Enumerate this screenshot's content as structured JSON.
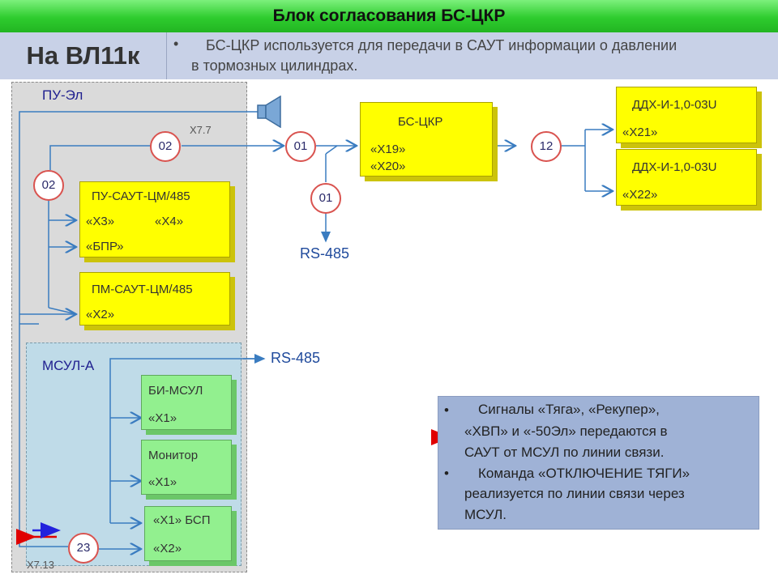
{
  "header": {
    "title": "Блок согласования БС-ЦКР"
  },
  "subheader": {
    "vehicle": "На ВЛ11к",
    "bullet": "•",
    "description_line1": "БС-ЦКР используется для передачи в САУТ информации о давлении",
    "description_line2": "в тормозных цилиндрах."
  },
  "groups": {
    "pu": "ПУ-Эл",
    "msul": "МСУЛ-А"
  },
  "blocks": {
    "bs_ckr": {
      "title": "БС-ЦКР",
      "x19": "«Х19»",
      "x20": "«Х20»"
    },
    "ddx1": {
      "title": "ДДХ-И-1,0-03U",
      "port": "«Х21»"
    },
    "ddx2": {
      "title": "ДДХ-И-1,0-03U",
      "port": "«Х22»"
    },
    "pu_saut": {
      "title": "ПУ-САУТ-ЦМ/485",
      "x3": "«Х3»",
      "x4": "«Х4»",
      "bpr": "«БПР»"
    },
    "pm_saut": {
      "title": "ПМ-САУТ-ЦМ/485",
      "x2": "«Х2»"
    },
    "bi_msul": {
      "title": "БИ-МСУЛ",
      "x1": "«Х1»"
    },
    "monitor": {
      "title": "Монитор",
      "x1": "«Х1»"
    },
    "bsp": {
      "title": "«Х1» БСП",
      "x2": "«Х2»"
    }
  },
  "nodes": {
    "n02_top": "02",
    "n01_mid": "01",
    "n01_low": "01",
    "n12": "12",
    "n02_left": "02",
    "n23": "23"
  },
  "labels": {
    "x77": "Х7.7",
    "x713": "Х7.13",
    "rs485_a": "RS-485",
    "rs485_b": "RS-485"
  },
  "note": {
    "bullet": "•",
    "line1": "Сигналы «Тяга», «Рекупер»,",
    "line2": "«ХВП» и «-50Эл» передаются в",
    "line3": "САУТ от МСУЛ по линии связи.",
    "line4": "Команда «ОТКЛЮЧЕНИЕ ТЯГИ»",
    "line5": "реализуется по линии связи через",
    "line6": "МСУЛ."
  },
  "colors": {
    "title_bar": "#2ecc2e",
    "header_bg": "#c8d1e7",
    "block_yellow": "#ffff00",
    "block_green": "#92f08f",
    "link": "#3a7cc0",
    "node_border": "#d9534f",
    "note_bg": "#9fb2d6",
    "arrow_red": "#e00000",
    "arrow_blue": "#2222dd"
  },
  "icons": {
    "speaker": "speaker-icon"
  }
}
